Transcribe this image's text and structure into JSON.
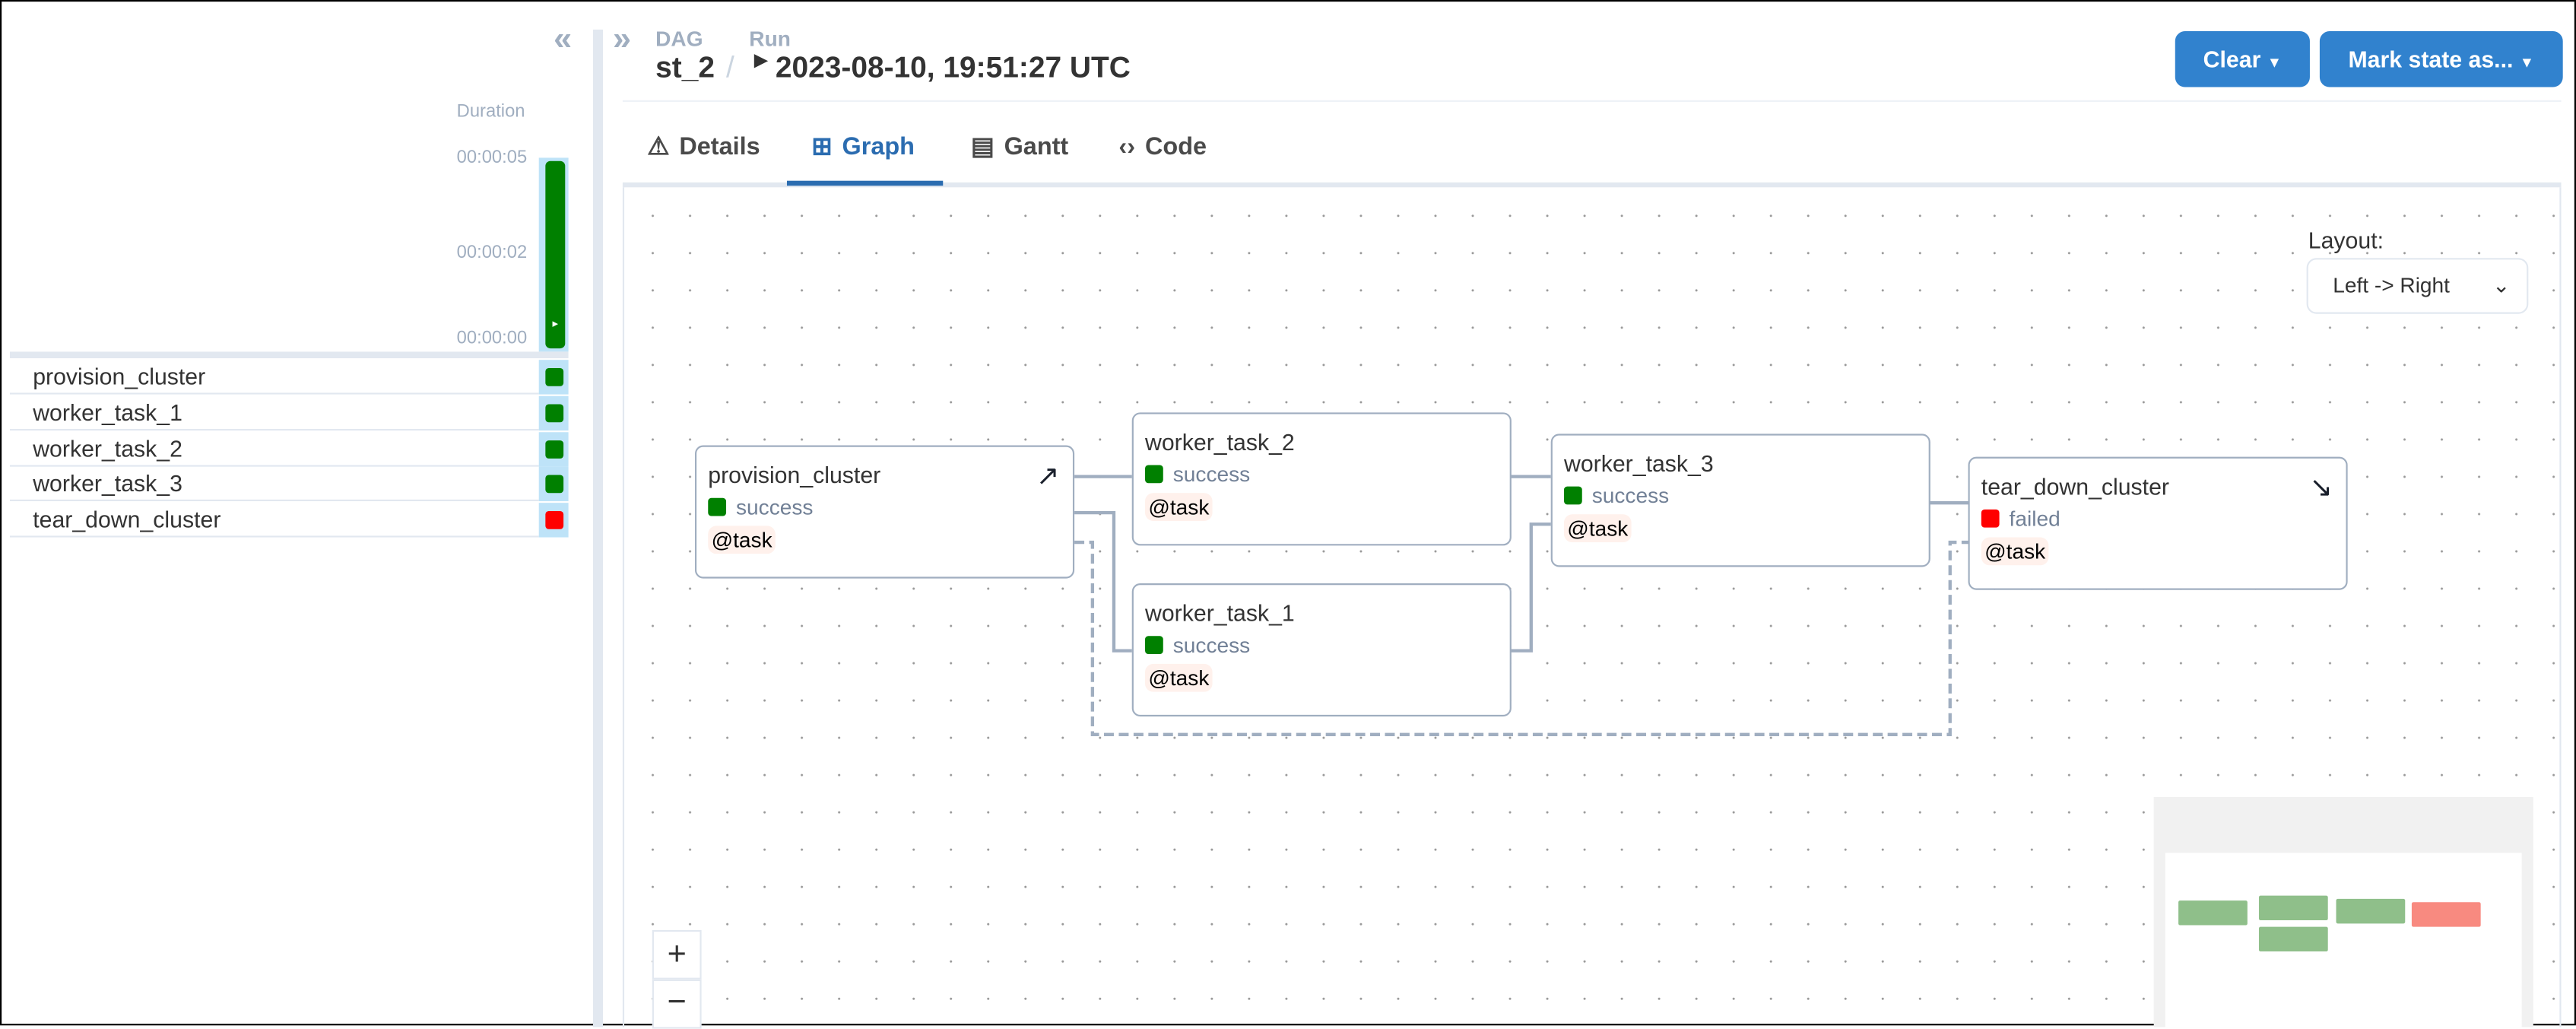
{
  "sidebar": {
    "collapse_icon": "double-chevron-left-icon",
    "duration_label": "Duration",
    "ticks": [
      "00:00:05",
      "00:00:02",
      "00:00:00"
    ],
    "tasks": [
      {
        "name": "provision_cluster",
        "state": "success",
        "color": "#008000"
      },
      {
        "name": "worker_task_1",
        "state": "success",
        "color": "#008000"
      },
      {
        "name": "worker_task_2",
        "state": "success",
        "color": "#008000"
      },
      {
        "name": "worker_task_3",
        "state": "success",
        "color": "#008000"
      },
      {
        "name": "tear_down_cluster",
        "state": "failed",
        "color": "#ff0000"
      }
    ]
  },
  "header": {
    "expand_icon": "double-chevron-right-icon",
    "dag_label": "DAG",
    "dag_id": "st_2",
    "separator": "/",
    "run_label": "Run",
    "run_id": "2023-08-10, 19:51:27 UTC",
    "clear_button": "Clear",
    "mark_state_button": "Mark state as..."
  },
  "tabs": [
    {
      "label": "Details",
      "icon": "warning-triangle-icon"
    },
    {
      "label": "Graph",
      "icon": "graph-icon",
      "active": true
    },
    {
      "label": "Gantt",
      "icon": "gantt-icon"
    },
    {
      "label": "Code",
      "icon": "code-icon"
    }
  ],
  "graph": {
    "layout_label": "Layout:",
    "layout_value": "Left -> Right",
    "nodes": [
      {
        "name": "provision_cluster",
        "state": "success",
        "operator": "@task",
        "color": "#008000",
        "icon": "arrow-up-right-icon"
      },
      {
        "name": "worker_task_2",
        "state": "success",
        "operator": "@task",
        "color": "#008000"
      },
      {
        "name": "worker_task_1",
        "state": "success",
        "operator": "@task",
        "color": "#008000"
      },
      {
        "name": "worker_task_3",
        "state": "success",
        "operator": "@task",
        "color": "#008000"
      },
      {
        "name": "tear_down_cluster",
        "state": "failed",
        "operator": "@task",
        "color": "#ff0000",
        "icon": "arrow-down-right-icon"
      }
    ],
    "zoom_in": "+",
    "zoom_out": "−"
  },
  "colors": {
    "accent": "#3182ce",
    "success": "#008000",
    "failed": "#ff0000",
    "edge": "#a0aec0"
  }
}
